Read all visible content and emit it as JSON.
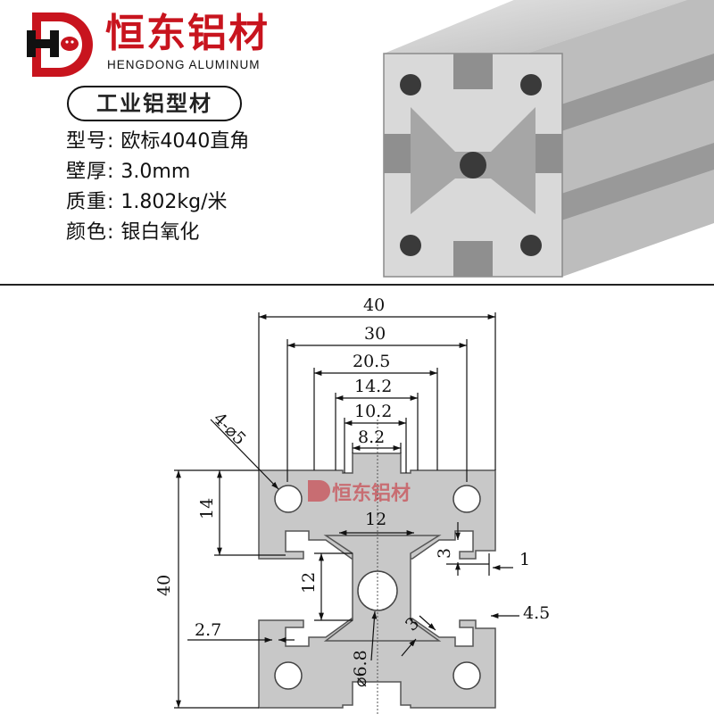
{
  "brand": {
    "logo_letters": "HD",
    "name_cn": "恒东铝材",
    "name_en": "HENGDONG ALUMINUM",
    "color": "#c8141e"
  },
  "product": {
    "category": "工业铝型材",
    "specs": [
      {
        "label": "型号:",
        "value": "欧标4040直角"
      },
      {
        "label": "壁厚:",
        "value": "3.0mm"
      },
      {
        "label": "质重:",
        "value": "1.802kg/米"
      },
      {
        "label": "颜色:",
        "value": "银白氧化"
      }
    ]
  },
  "dimensions": {
    "width_total": "40",
    "slot_30": "30",
    "slot_20_5": "20.5",
    "slot_14_2": "14.2",
    "slot_10_2": "10.2",
    "slot_8_2": "8.2",
    "holes": "4-⌀5",
    "height_14": "14",
    "height_total": "40",
    "center_12_h": "12",
    "center_12_v": "12",
    "wall_3": "3",
    "lip_1": "1",
    "depth_2_7": "2.7",
    "slot_4_5": "4.5",
    "rib_3": "3",
    "center_hole": "⌀6.8"
  },
  "watermark": {
    "text": "恒东铝材"
  },
  "colors": {
    "profile_fill": "#c8c8c8",
    "profile_stroke": "#555555",
    "line": "#111111"
  }
}
